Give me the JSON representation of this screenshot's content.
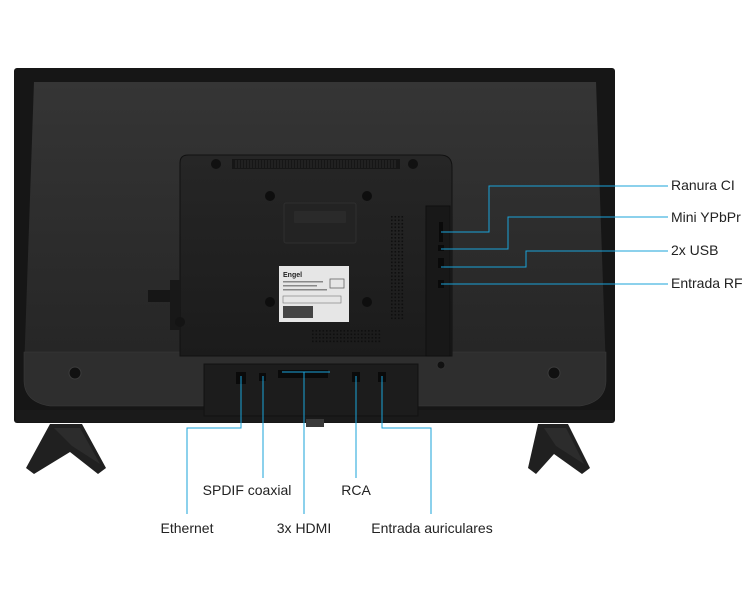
{
  "colors": {
    "frame": "#161616",
    "body": "#2b2b2b",
    "panel": "#1f1f1f",
    "stand": "#202020",
    "callout": "#1aa3d9",
    "sticker": "#e6e6e6",
    "label_text": "#222222"
  },
  "product_sticker": {
    "brand": "Engel"
  },
  "callouts": {
    "ranura_ci": "Ranura CI",
    "mini_ypbpr": "Mini YPbPr",
    "usb": "2x USB",
    "entrada_rf": "Entrada RF",
    "spdif": "SPDIF coaxial",
    "rca": "RCA",
    "ethernet": "Ethernet",
    "hdmi": "3x HDMI",
    "auriculares": "Entrada auriculares"
  }
}
